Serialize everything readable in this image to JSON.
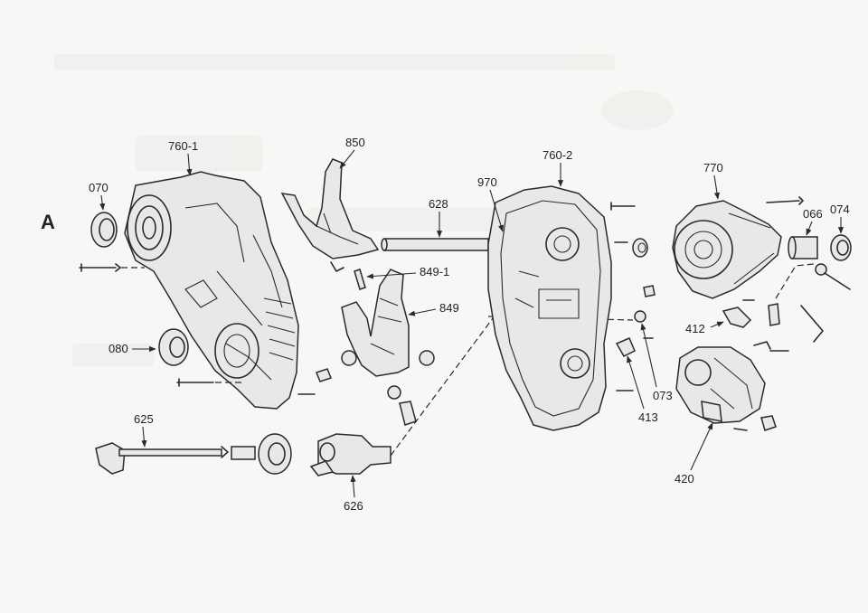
{
  "diagram": {
    "section_letter": "A",
    "callouts": {
      "c070": "070",
      "c760_1": "760-1",
      "c080": "080",
      "c850": "850",
      "c628": "628",
      "c849_1": "849-1",
      "c849": "849",
      "c625": "625",
      "c626": "626",
      "c970": "970",
      "c760_2": "760-2",
      "c770": "770",
      "c066": "066",
      "c074": "074",
      "c412": "412",
      "c073": "073",
      "c413": "413",
      "c420": "420"
    }
  }
}
